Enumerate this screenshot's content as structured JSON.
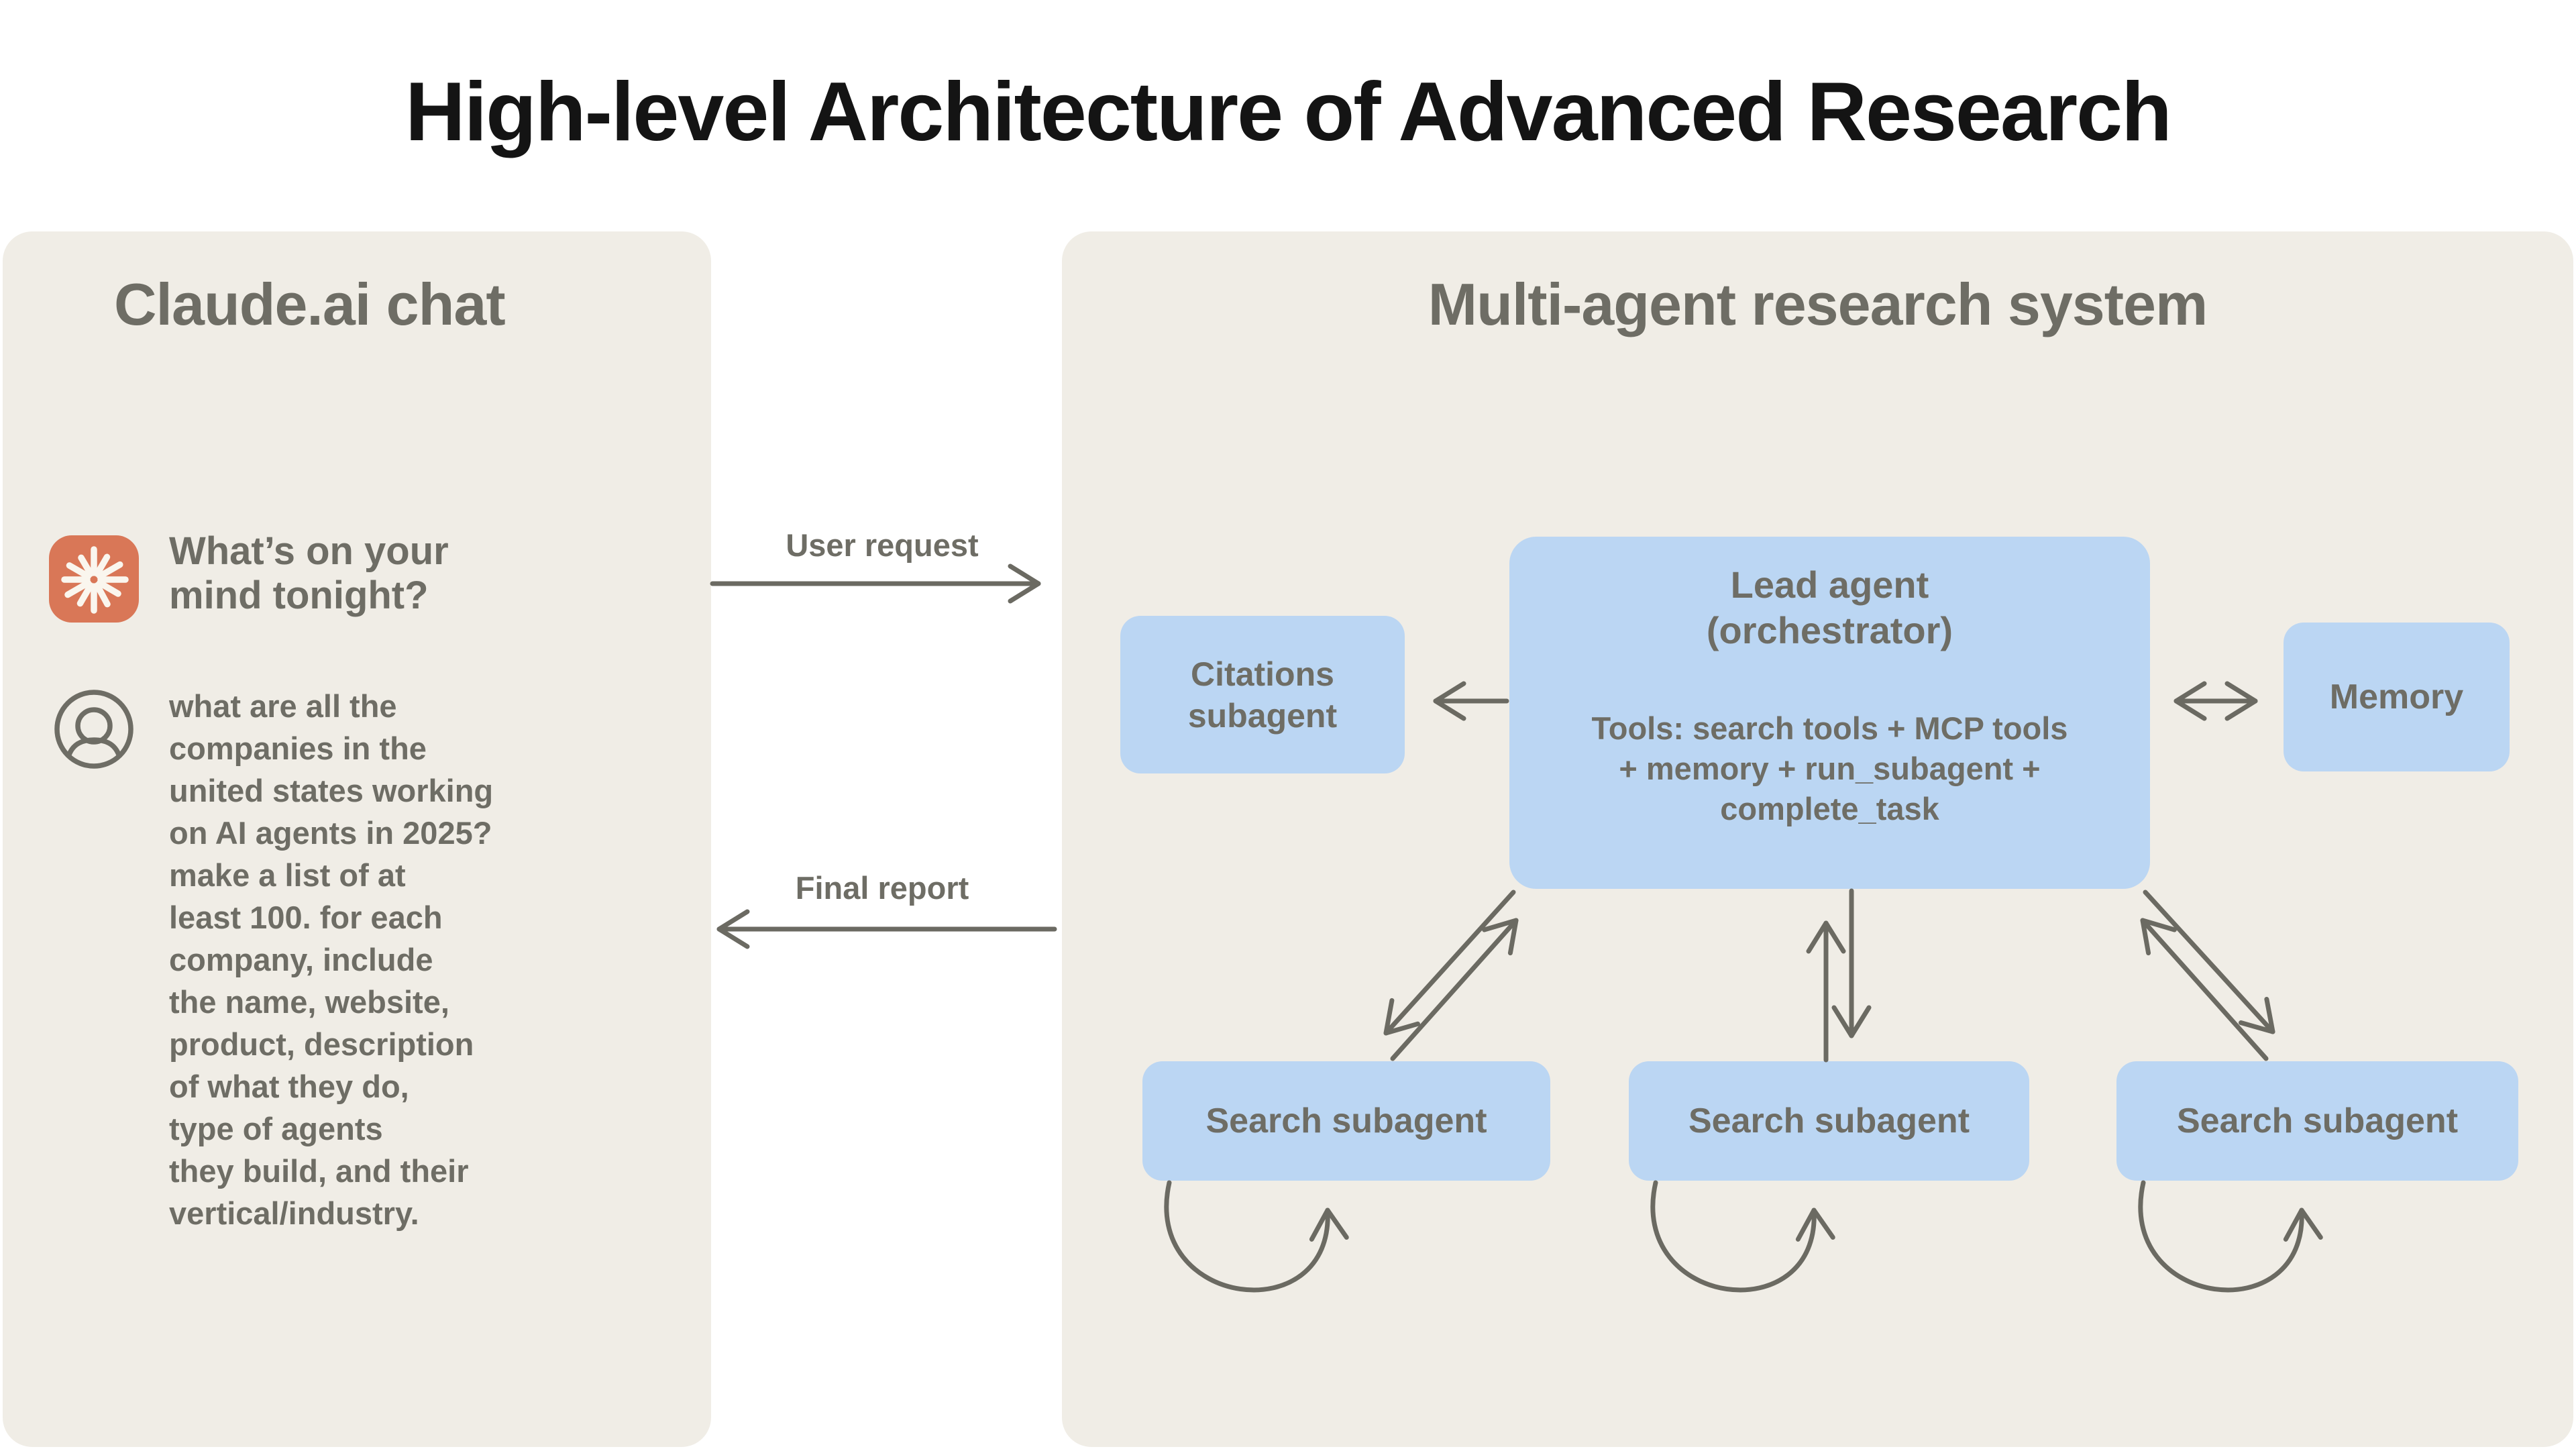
{
  "title": "High-level Architecture of Advanced Research",
  "colors": {
    "panel_bg": "#F0EDE6",
    "box_blue": "#BBD6F3",
    "accent_orange": "#D97757",
    "text_gray": "#6E6D65",
    "arrow_gray": "#6B6A62",
    "title_black": "#141414"
  },
  "left_panel": {
    "header": "Claude.ai chat",
    "claude_icon": "claude-spark-icon",
    "prompt_title": "What’s on your\nmind tonight?",
    "user_icon": "user-avatar-icon",
    "user_message": "what are all the\ncompanies in the\nunited states working\non AI agents in 2025?\nmake a list of at\nleast 100. for each\ncompany, include\nthe name, website,\nproduct, description\nof what they do,\ntype of agents\nthey build, and their\nvertical/industry."
  },
  "flow": {
    "user_request_label": "User request",
    "final_report_label": "Final report"
  },
  "right_panel": {
    "header": "Multi-agent research system",
    "lead_agent": {
      "title": "Lead agent\n(orchestrator)",
      "tools": "Tools: search tools + MCP tools\n+ memory + run_subagent +\ncomplete_task"
    },
    "citations_label": "Citations\nsubagent",
    "memory_label": "Memory",
    "search_subagents": [
      "Search subagent",
      "Search subagent",
      "Search subagent"
    ]
  }
}
